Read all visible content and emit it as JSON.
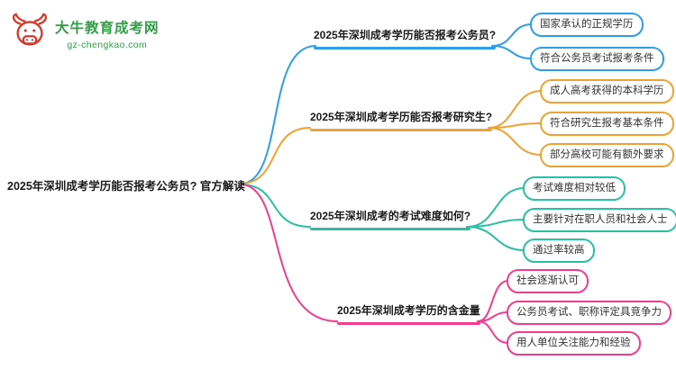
{
  "logo": {
    "name": "大牛教育成考网",
    "url": "gz-chengkao.com"
  },
  "central": {
    "label": "2025年深圳成考学历能否报考公务员? 官方解读"
  },
  "branches": [
    {
      "label": "2025年深圳成考学历能否报考公务员?",
      "color": "#2E9FE6",
      "children": [
        {
          "label": "国家承认的正规学历"
        },
        {
          "label": "符合公务员考试报考条件"
        }
      ]
    },
    {
      "label": "2025年深圳成考学历能否报考研究生?",
      "color": "#F0A230",
      "children": [
        {
          "label": "成人高考获得的本科学历"
        },
        {
          "label": "符合研究生报考基本条件"
        },
        {
          "label": "部分高校可能有额外要求"
        }
      ]
    },
    {
      "label": "2025年深圳成考的考试难度如何?",
      "color": "#2BC0A2",
      "children": [
        {
          "label": "考试难度相对较低"
        },
        {
          "label": "主要针对在职人员和社会人士"
        },
        {
          "label": "通过率较高"
        }
      ]
    },
    {
      "label": "2025年深圳成考学历的含金量",
      "color": "#F23D8F",
      "children": [
        {
          "label": "社会逐渐认可"
        },
        {
          "label": "公务员考试、职称评定具竞争力"
        },
        {
          "label": "用人单位关注能力和经验"
        }
      ]
    }
  ],
  "colors": {
    "branch_blue": "#2E9FE6",
    "branch_orange": "#F0A230",
    "branch_teal": "#2BC0A2",
    "branch_pink": "#F23D8F",
    "logo_green": "#2F9E44",
    "logo_red": "#D9372A"
  }
}
